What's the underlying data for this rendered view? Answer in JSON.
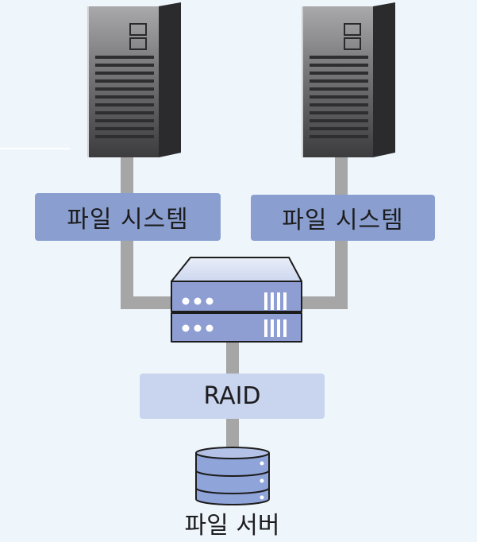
{
  "diagram": {
    "file_system_left": {
      "label": "파일 시스템"
    },
    "file_system_right": {
      "label": "파일 시스템"
    },
    "raid": {
      "label": "RAID"
    },
    "storage": {
      "label": "파일 서버"
    }
  },
  "colors": {
    "background": "#eef5fb",
    "file_system_box": "#8a9fd0",
    "raid_box": "#c9d5ef",
    "connector": "#a6a6a6",
    "raid_device": "#8e9ed3",
    "storage_disk": "#8fa4d8"
  },
  "icons": [
    "server-tower-icon",
    "raid-controller-icon",
    "database-icon"
  ]
}
